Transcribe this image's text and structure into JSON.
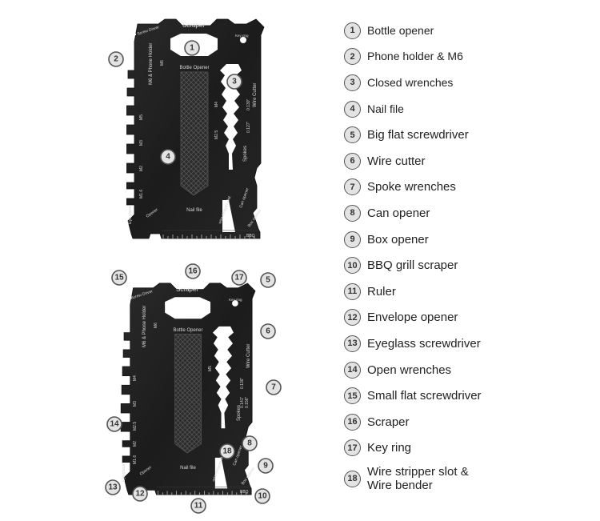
{
  "legend": [
    {
      "num": "1",
      "label": "Bottle opener"
    },
    {
      "num": "2",
      "label": "Phone holder & M6"
    },
    {
      "num": "3",
      "label": "Closed wrenches"
    },
    {
      "num": "4",
      "label": "Nail  file"
    },
    {
      "num": "5",
      "label": "Big flat screwdriver"
    },
    {
      "num": "6",
      "label": "Wire cutter"
    },
    {
      "num": "7",
      "label": "Spoke wrenches"
    },
    {
      "num": "8",
      "label": "Can  opener"
    },
    {
      "num": "9",
      "label": "Box opener"
    },
    {
      "num": "10",
      "label": "BBQ  grill scraper"
    },
    {
      "num": "11",
      "label": "Ruler"
    },
    {
      "num": "12",
      "label": "Envelope opener"
    },
    {
      "num": "13",
      "label": "Eyeglass screwdriver"
    },
    {
      "num": "14",
      "label": "Open wrenches"
    },
    {
      "num": "15",
      "label": "Small flat screwdriver"
    },
    {
      "num": "16",
      "label": "Scraper"
    },
    {
      "num": "17",
      "label": "Key ring"
    },
    {
      "num": "18",
      "label": "Wire stripper slot &",
      "label2": "Wire bender"
    }
  ],
  "card_text": {
    "scraper": "Scraper",
    "bottle_opener": "Bottle Opener",
    "nail_file": "Nail file",
    "key_ring": "Key ring",
    "screw_driver": "Screw Driver",
    "phone_holder": "M6 & Phone Holder",
    "wire_cutter": "Wire Cutter",
    "spokes": "Spokes",
    "can_opener": "Can opener",
    "box_opener": "Box opener",
    "wire_slot": "wire stripper slot",
    "eyeglass": "Eyeglass",
    "opener": "Opener",
    "bbq": "BBQ",
    "m6": "M6",
    "m5": "M5",
    "m4": "M4",
    "m3": "M3",
    "m2_5": "M2.5",
    "m2": "M2",
    "m1_6": "M1.6",
    "sp1": "0.127\"",
    "sp2": "0.130\"",
    "sp3": "0.136\"",
    "sp4": "0.141\"",
    "sp5": "0.156\""
  },
  "callouts_top": [
    "1",
    "2",
    "3",
    "4"
  ],
  "callouts_bottom": [
    "5",
    "6",
    "7",
    "8",
    "9",
    "10",
    "11",
    "12",
    "13",
    "14",
    "15",
    "16",
    "17",
    "18"
  ]
}
